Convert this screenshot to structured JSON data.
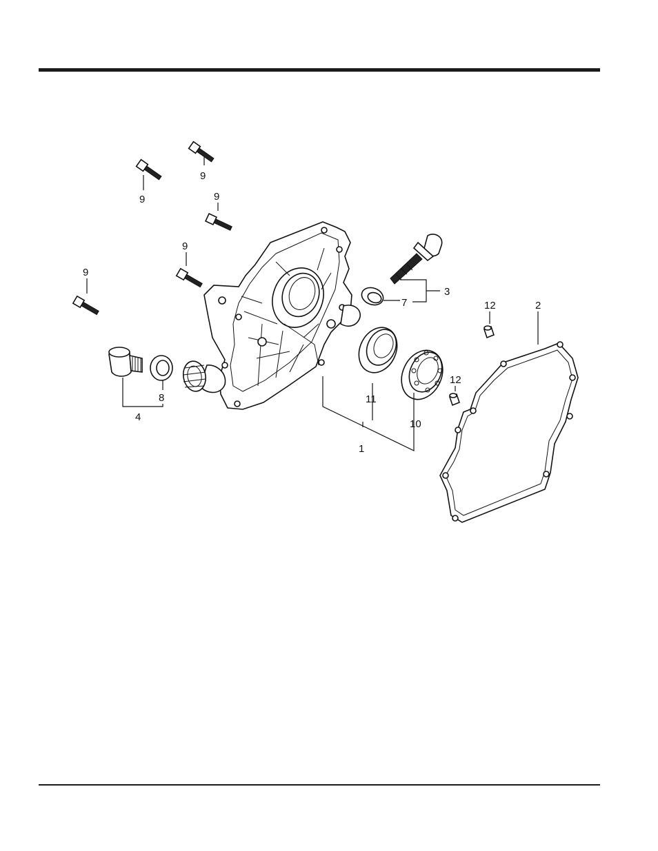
{
  "diagram": {
    "callouts": {
      "c1": "1",
      "c2": "2",
      "c3": "3",
      "c4": "4",
      "c7": "7",
      "c8": "8",
      "c9a": "9",
      "c9b": "9",
      "c9c": "9",
      "c9d": "9",
      "c9e": "9",
      "c10": "10",
      "c11": "11",
      "c12a": "12",
      "c12b": "12"
    },
    "parts": [
      "crankcase-cover",
      "gasket",
      "oil-dipstick",
      "oil-drain-plug",
      "o-ring",
      "drain-washer",
      "flange-bolts",
      "ball-bearing",
      "oil-seal",
      "dowel-pins"
    ]
  }
}
